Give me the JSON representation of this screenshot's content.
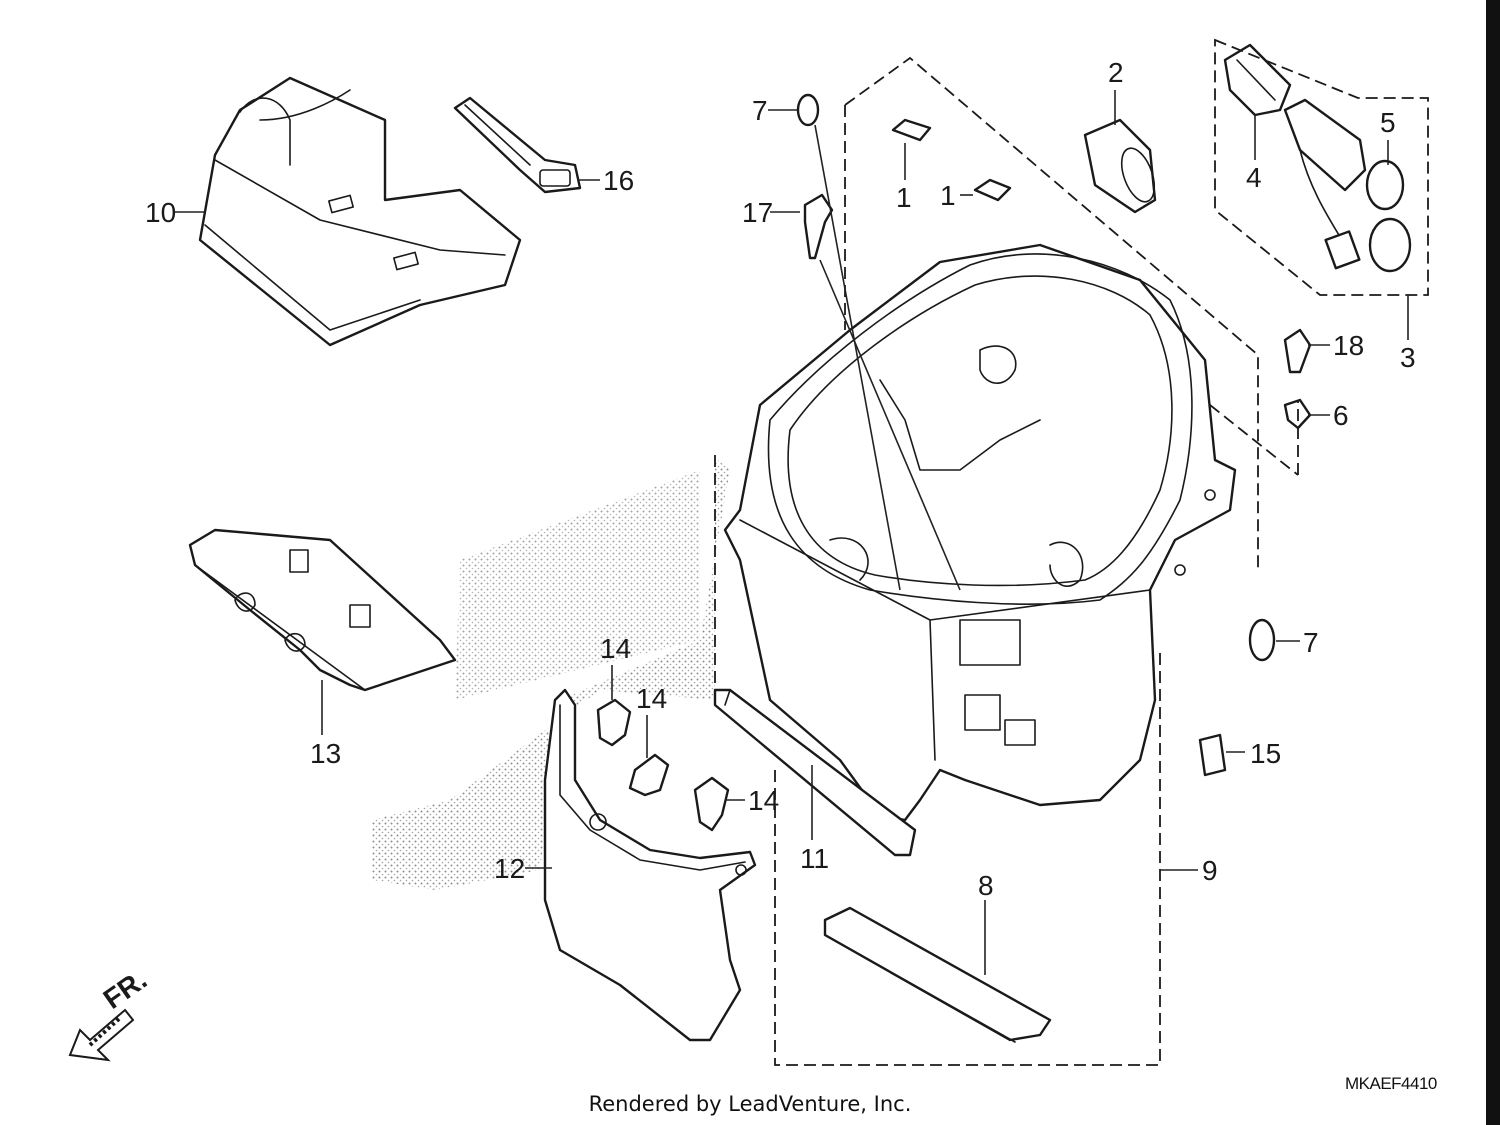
{
  "diagram": {
    "callouts": {
      "c1a": "1",
      "c1b": "1",
      "c2": "2",
      "c3": "3",
      "c4": "4",
      "c5": "5",
      "c6": "6",
      "c7a": "7",
      "c7b": "7",
      "c8": "8",
      "c9": "9",
      "c10": "10",
      "c11": "11",
      "c12": "12",
      "c13": "13",
      "c14a": "14",
      "c14b": "14",
      "c14c": "14",
      "c15": "15",
      "c16": "16",
      "c17": "17",
      "c18": "18"
    },
    "direction_label": "FR.",
    "diagram_code": "MKAEF4410"
  },
  "footer": {
    "credit": "Rendered by LeadVenture, Inc."
  },
  "colors": {
    "ink": "#1a1a1a",
    "paper": "#ffffff",
    "frame": "#111111"
  }
}
